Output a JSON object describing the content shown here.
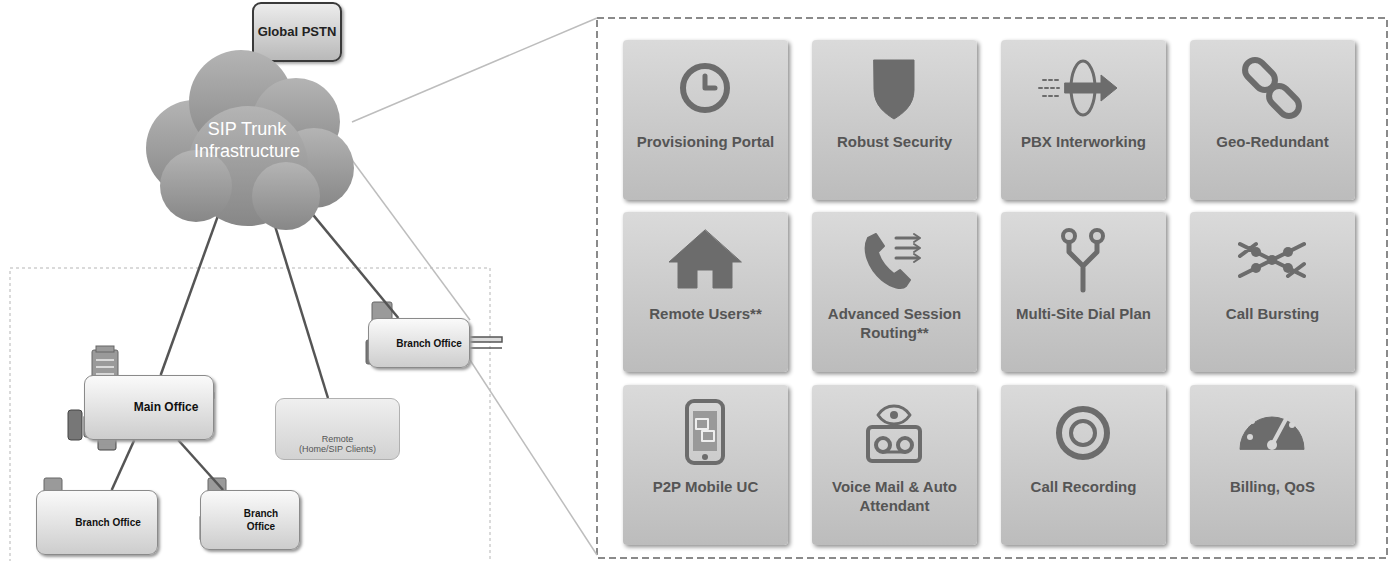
{
  "diagram": {
    "nodes": [
      {
        "text": [
          "Global PSTN"
        ]
      },
      {
        "text": [
          "SIP Trunk Infrastructure"
        ]
      },
      {
        "text": [
          "Main Office"
        ]
      },
      {
        "text": [
          "Remote",
          "(Home/SIP Clients)"
        ]
      },
      {
        "text": [
          "Branch Office"
        ]
      },
      {
        "text": [
          "Branch Office"
        ]
      },
      {
        "text": [
          "Branch Office"
        ]
      },
      {
        "text": [
          "Provisioning Portal"
        ]
      },
      {
        "text": [
          "Robust Security"
        ]
      },
      {
        "text": [
          "PBX Interworking"
        ]
      },
      {
        "text": [
          "Geo-Redundant"
        ]
      },
      {
        "text": [
          "Remote Users**"
        ]
      },
      {
        "text": [
          "Advanced Session Routing**"
        ]
      },
      {
        "text": [
          "Multi-Site Dial Plan"
        ]
      },
      {
        "text": [
          "Call Bursting"
        ]
      },
      {
        "text": [
          "P2P Mobile UC"
        ]
      },
      {
        "text": [
          "Voice Mail & Auto Attendant"
        ]
      },
      {
        "text": [
          "Call Recording"
        ]
      },
      {
        "text": [
          "Billing, QoS"
        ]
      }
    ],
    "edges": [
      {
        "from": 0,
        "to": 1,
        "arrow": "none"
      },
      {
        "from": 1,
        "to": 2,
        "arrow": "none"
      },
      {
        "from": 1,
        "to": 3,
        "arrow": "none"
      },
      {
        "from": 1,
        "to": 4,
        "arrow": "none"
      },
      {
        "from": 2,
        "to": 5,
        "arrow": "none"
      },
      {
        "from": 2,
        "to": 6,
        "arrow": "none"
      }
    ]
  }
}
